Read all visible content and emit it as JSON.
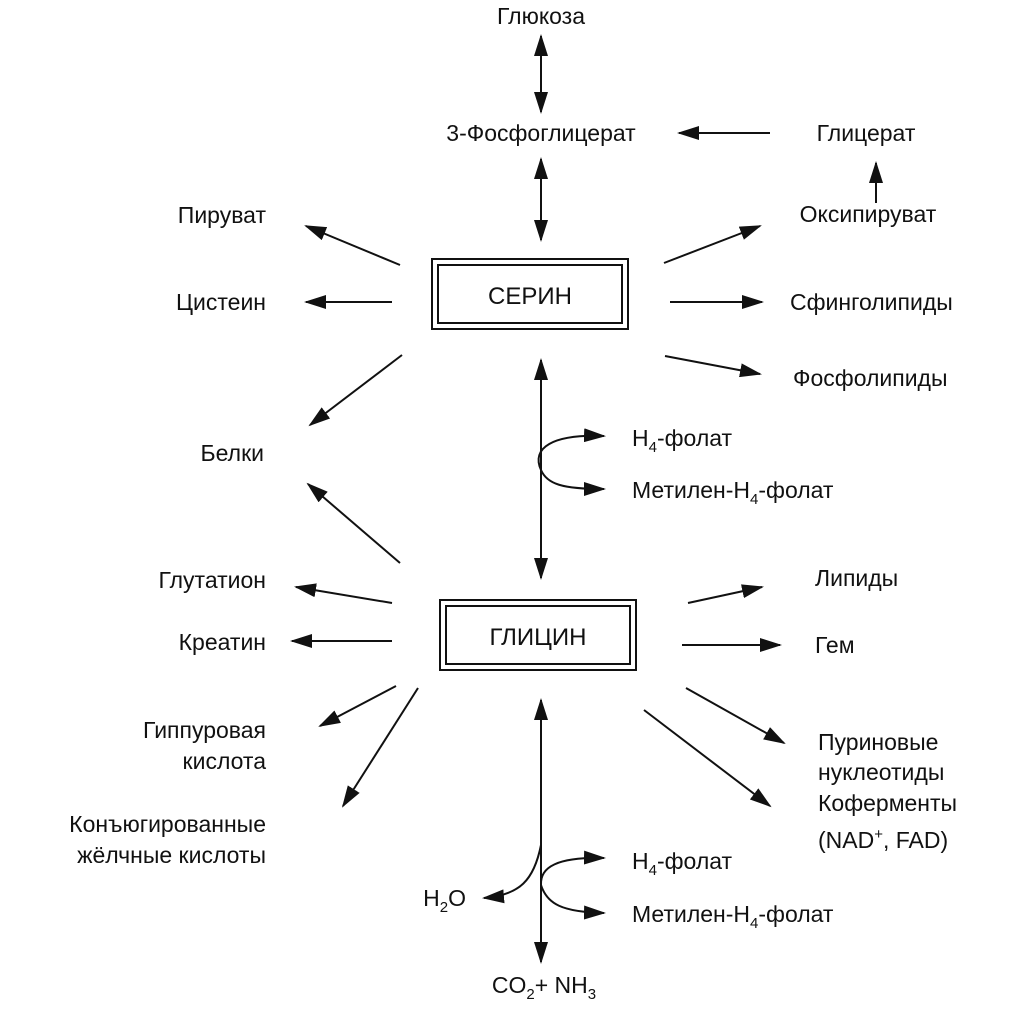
{
  "colors": {
    "ink": "#111111",
    "background": "#ffffff"
  },
  "boxes": {
    "serine": "СЕРИН",
    "glycine": "ГЛИЦИН"
  },
  "labels": {
    "glucose": "Глюкоза",
    "phosphoglycerate": "3-Фосфоглицерат",
    "glycerate": "Глицерат",
    "oxypyruvate": "Оксипируват",
    "pyruvate": "Пируват",
    "cysteine": "Цистеин",
    "sphingolipids": "Сфинголипиды",
    "phospholipids": "Фосфолипиды",
    "proteins": "Белки",
    "glutathione": "Глутатион",
    "creatine": "Креатин",
    "lipids": "Липиды",
    "heme": "Гем",
    "hippuric_1": "Гиппуровая",
    "hippuric_2": "кислота",
    "bile_1": "Конъюгированные",
    "bile_2": "жёлчные кислоты",
    "purine_1": "Пуриновые",
    "purine_2": "нуклеотиды",
    "coenzymes": "Коферменты",
    "nad_prefix": "(NAD",
    "nad_sup": "+",
    "nad_suffix": ", FAD)"
  },
  "folate_top": {
    "h4": {
      "h": "H",
      "sub": "4",
      "rest": "-фолат"
    },
    "methylene": {
      "pre": "Метилен-H",
      "sub": "4",
      "rest": "-фолат"
    }
  },
  "folate_bottom": {
    "h4": {
      "h": "H",
      "sub": "4",
      "rest": "-фолат"
    },
    "methylene": {
      "pre": "Метилен-H",
      "sub": "4",
      "rest": "-фолат"
    }
  },
  "water": {
    "h": "H",
    "sub": "2",
    "o": "O"
  },
  "products": {
    "co": "CO",
    "co_sub": "2",
    "plus_nh": "+ NH",
    "nh_sub": "3"
  }
}
